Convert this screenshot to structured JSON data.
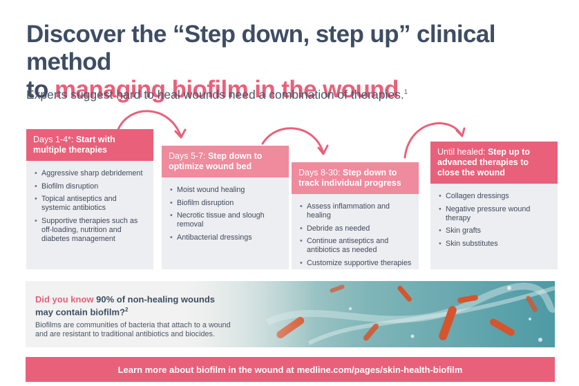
{
  "header": {
    "title_line1": "Discover the “Step down, step up” clinical method",
    "title_line2_prefix": "to ",
    "title_line2_accent": "managing biofilm in the wound",
    "subtitle": "Experts suggest hard to heal wounds need a combination of therapies.",
    "subtitle_ref": "1"
  },
  "cards": [
    {
      "prefix": "Days 1-4*: ",
      "title": "Start with multiple therapies",
      "items": [
        "Aggressive sharp debridement",
        "Biofilm disruption",
        "Topical antiseptics and systemic antibiotics",
        "Supportive therapies such as off-loading, nutrition and diabetes management"
      ]
    },
    {
      "prefix": "Days 5-7: ",
      "title": "Step down to optimize wound bed",
      "items": [
        "Moist wound healing",
        "Biofilm disruption",
        "Necrotic tissue and slough removal",
        "Antibacterial dressings"
      ]
    },
    {
      "prefix": "Days 8-30: ",
      "title": "Step down to track individual progress",
      "items": [
        "Assess inflammation and healing",
        "Debride as needed",
        "Continue antiseptics and antibiotics as needed",
        "Customize supportive therapies"
      ]
    },
    {
      "prefix": "Until healed: ",
      "title": "Step up to advanced therapies to close the wound",
      "items": [
        "Collagen dressings",
        "Negative pressure wound therapy",
        "Skin grafts",
        "Skin substitutes"
      ]
    }
  ],
  "banner": {
    "question_prefix": "Did you know ",
    "question_stat": "90% of non-healing wounds may contain biofilm?",
    "question_ref": "2",
    "body": "Biofilms are communities of bacteria that attach to a wound and are resistant to traditional antibiotics and biocides."
  },
  "footer": {
    "text": "Learn more about biofilm in the wound at",
    "url": "medline.com/pages/skin-health-biofilm"
  },
  "colors": {
    "accent": "#e8607a",
    "accent_light": "#f08a9d",
    "navy": "#3e4d63",
    "card_bg": "#edeef2"
  }
}
